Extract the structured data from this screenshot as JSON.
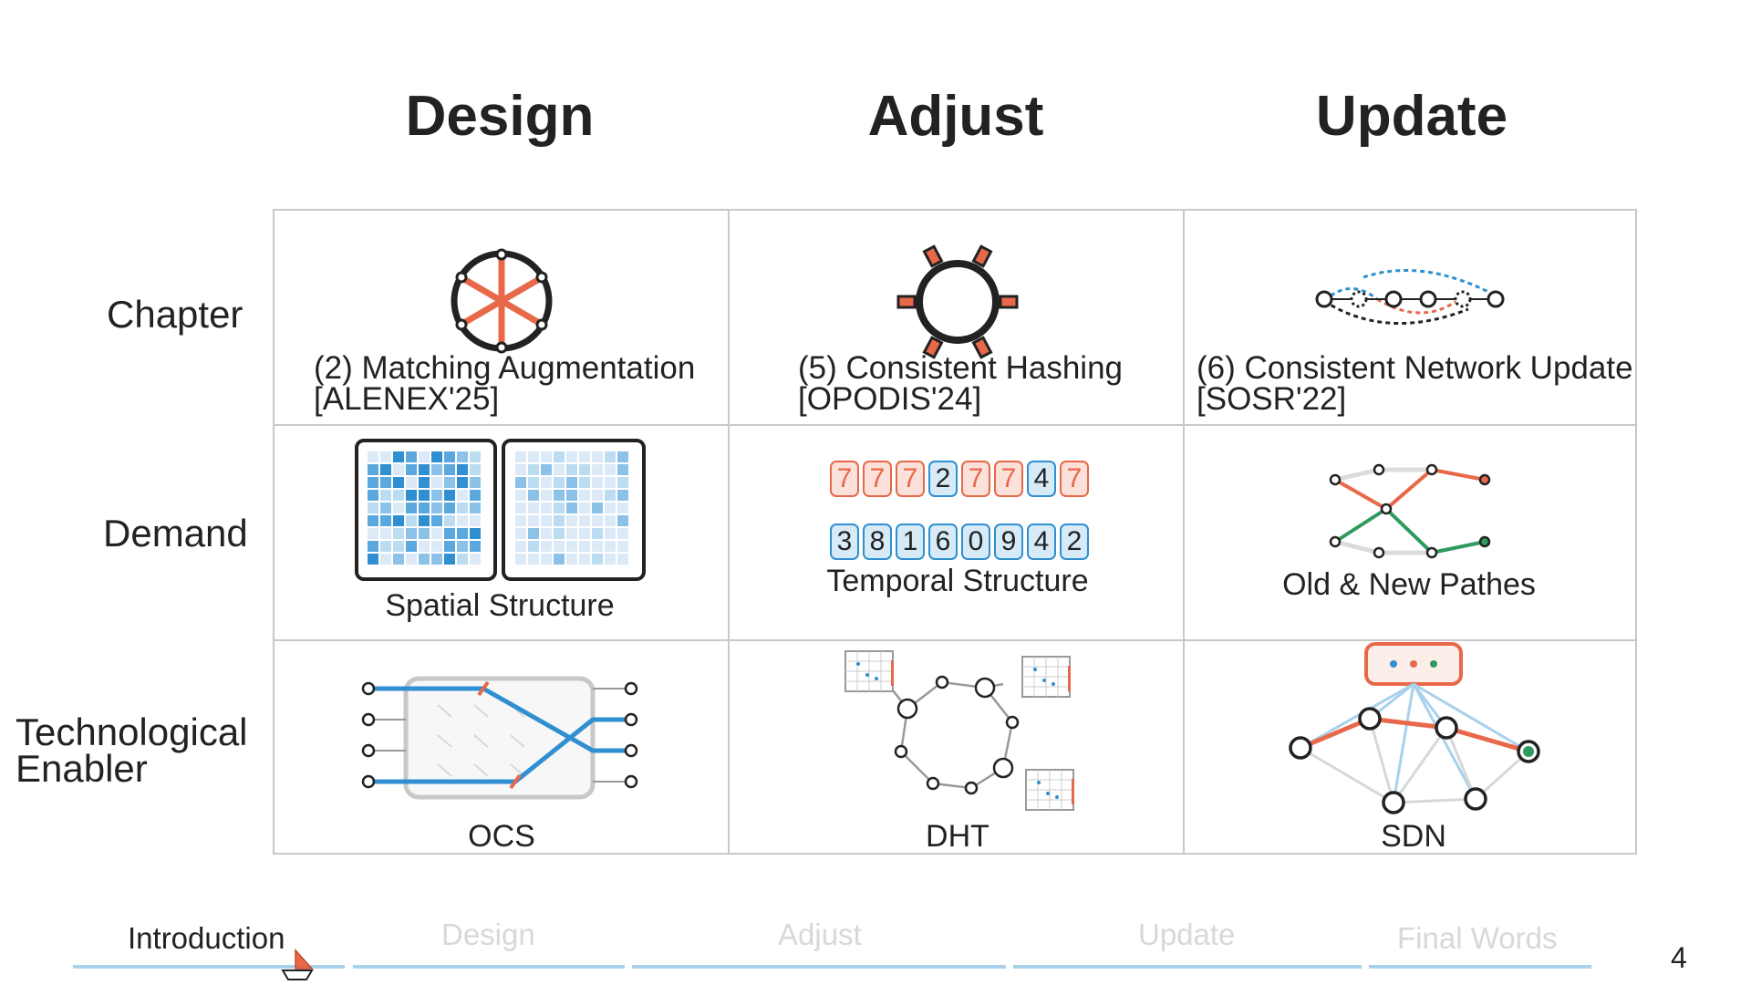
{
  "columns": {
    "design": "Design",
    "adjust": "Adjust",
    "update": "Update"
  },
  "rows": {
    "chapter": "Chapter",
    "demand": "Demand",
    "enabler_line1": "Technological",
    "enabler_line2": "Enabler"
  },
  "chapter": {
    "design": {
      "title": "(2) Matching Augmentation",
      "venue": "[ALENEX'25]"
    },
    "adjust": {
      "title": "(5) Consistent Hashing",
      "venue": "[OPODIS'24]"
    },
    "update": {
      "title": "(6) Consistent Network Update",
      "venue": "[SOSR'22]"
    }
  },
  "demand": {
    "design": "Spatial Structure",
    "adjust": "Temporal Structure",
    "update": "Old & New Pathes",
    "sequence_top": [
      "7",
      "7",
      "7",
      "2",
      "7",
      "7",
      "4",
      "7"
    ],
    "sequence_bottom": [
      "3",
      "8",
      "1",
      "6",
      "0",
      "9",
      "4",
      "2"
    ]
  },
  "enabler": {
    "design": "OCS",
    "adjust": "DHT",
    "update": "SDN"
  },
  "colors": {
    "accent_red": "#e8684a",
    "accent_blue": "#2f8fd0",
    "accent_green": "#2e9a5e",
    "light_blue": "#a9d1ec",
    "grid": "#c8c8c8"
  },
  "nav": {
    "items": [
      "Introduction",
      "Design",
      "Adjust",
      "Update",
      "Final Words"
    ],
    "active": "Introduction",
    "page": "4"
  }
}
